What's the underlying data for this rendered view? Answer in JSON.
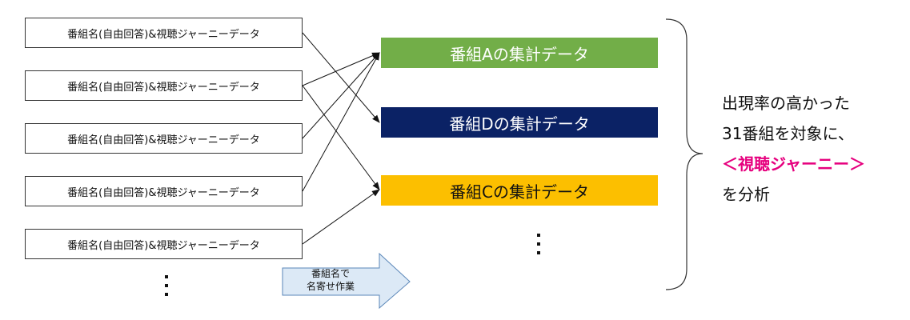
{
  "sources": [
    {
      "label": "番組名(自由回答)&視聴ジャーニーデータ"
    },
    {
      "label": "番組名(自由回答)&視聴ジャーニーデータ"
    },
    {
      "label": "番組名(自由回答)&視聴ジャーニーデータ"
    },
    {
      "label": "番組名(自由回答)&視聴ジャーニーデータ"
    },
    {
      "label": "番組名(自由回答)&視聴ジャーニーデータ"
    }
  ],
  "targets": [
    {
      "label": "番組Aの集計データ",
      "color": "#72ae48"
    },
    {
      "label": "番組Dの集計データ",
      "color": "#0b2265"
    },
    {
      "label": "番組Cの集計データ",
      "color": "#fcbf00"
    }
  ],
  "process_arrow": {
    "label": "番組名で\n名寄せ作業"
  },
  "summary": {
    "line1": "出現率の高かった",
    "line2": "31番組を対象に、",
    "line3": "＜視聴ジャーニー＞",
    "line4": "を分析"
  },
  "colors": {
    "highlight": "#e6007e",
    "arrow_fill": "#dce9f6",
    "arrow_stroke": "#5a86b8"
  }
}
